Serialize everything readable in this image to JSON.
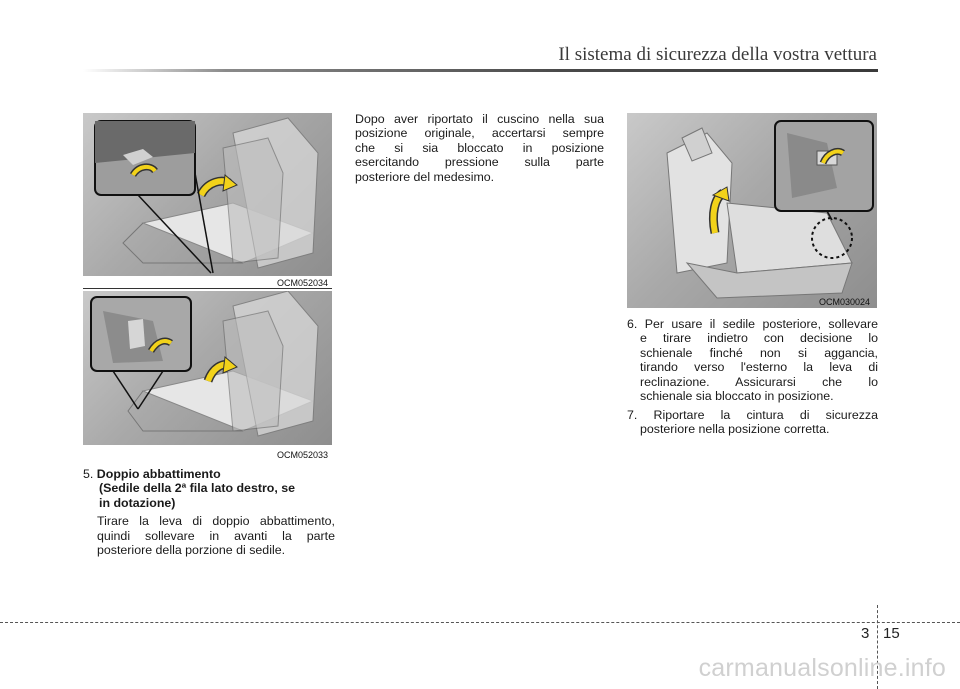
{
  "header": {
    "title": "Il sistema di sicurezza della vostra vettura"
  },
  "figures": [
    {
      "code": "OCM052034"
    },
    {
      "code": "OCM052033"
    },
    {
      "code": "OCM030024"
    }
  ],
  "step5": {
    "number": "5.",
    "title_lines": [
      "Doppio abbattimento",
      "(Sedile della 2ª fila lato destro, se",
      "in dotazione)"
    ],
    "body_lines": [
      "Tirare la leva di doppio abbattimento,",
      "quindi sollevare in avanti la parte",
      "posteriore della porzione di sedile."
    ]
  },
  "middle": {
    "lines": [
      "Dopo aver riportato il cuscino nella sua",
      "posizione originale, accertarsi sempre",
      "che si sia bloccato in posizione",
      "esercitando pressione sulla parte",
      "posteriore del medesimo."
    ]
  },
  "step6": {
    "lines": [
      "6. Per usare il sedile posteriore, sollevare",
      "e tirare indietro con decisione lo",
      "schienale finché non si aggancia,",
      "tirando verso l'esterno la leva di",
      "reclinazione. Assicurarsi che lo",
      "schienale sia bloccato in posizione."
    ]
  },
  "step7": {
    "lines": [
      "7. Riportare la cintura di sicurezza",
      "posteriore nella posizione corretta."
    ]
  },
  "footer": {
    "chapter": "3",
    "page": "15"
  },
  "watermark": "carmanualsonline.info",
  "colors": {
    "arrow": "#f2d21a",
    "rule": "#3a3a3a"
  }
}
